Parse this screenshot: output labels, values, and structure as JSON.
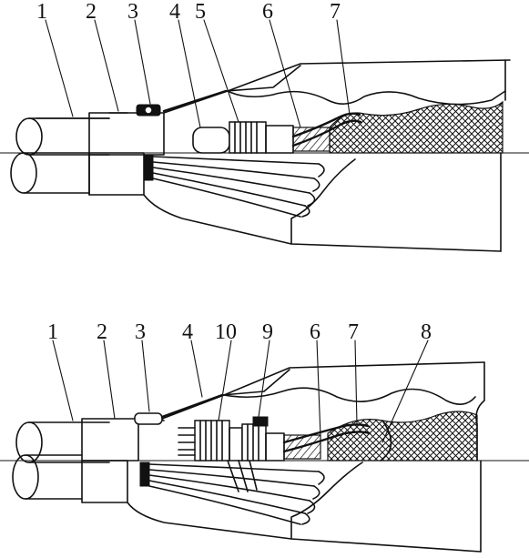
{
  "figures": [
    {
      "labels": [
        {
          "id": "lbl-1",
          "text": "1"
        },
        {
          "id": "lbl-2",
          "text": "2"
        },
        {
          "id": "lbl-3",
          "text": "3"
        },
        {
          "id": "lbl-4",
          "text": "4"
        },
        {
          "id": "lbl-5",
          "text": "5"
        },
        {
          "id": "lbl-6",
          "text": "6"
        },
        {
          "id": "lbl-7",
          "text": "7"
        }
      ]
    },
    {
      "labels": [
        {
          "id": "lbl-1",
          "text": "1"
        },
        {
          "id": "lbl-2",
          "text": "2"
        },
        {
          "id": "lbl-3",
          "text": "3"
        },
        {
          "id": "lbl-4",
          "text": "4"
        },
        {
          "id": "lbl-10",
          "text": "10"
        },
        {
          "id": "lbl-9",
          "text": "9"
        },
        {
          "id": "lbl-6",
          "text": "6"
        },
        {
          "id": "lbl-7",
          "text": "7"
        },
        {
          "id": "lbl-8",
          "text": "8"
        }
      ]
    }
  ]
}
